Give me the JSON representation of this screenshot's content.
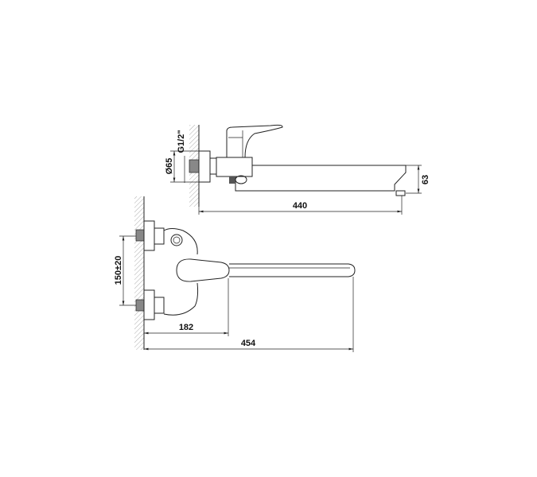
{
  "top_view": {
    "dimensions": {
      "length": "440",
      "spout_height": "63",
      "escutcheon_diameter": "Ø65",
      "thread": "G1/2\""
    }
  },
  "front_view": {
    "dimensions": {
      "center_distance": "150±20",
      "lever_reach": "182",
      "spout_length": "454"
    }
  }
}
